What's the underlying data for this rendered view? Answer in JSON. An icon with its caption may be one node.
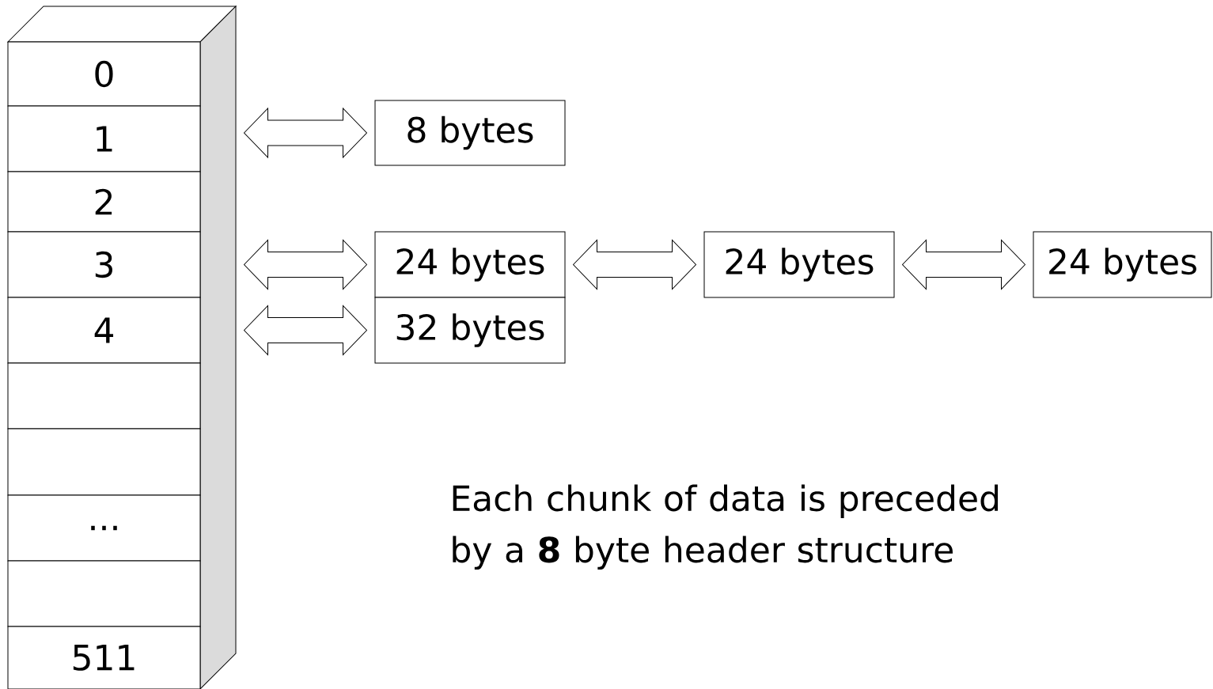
{
  "diagram": {
    "nodes": [
      {
        "text": [
          "0"
        ]
      },
      {
        "text": [
          "1"
        ]
      },
      {
        "text": [
          "2"
        ]
      },
      {
        "text": [
          "3"
        ]
      },
      {
        "text": [
          "4"
        ]
      },
      {
        "text": [],
        "shape": "box"
      },
      {
        "text": [],
        "shape": "box"
      },
      {
        "text": [
          "..."
        ]
      },
      {
        "text": [],
        "shape": "box"
      },
      {
        "text": [
          "511"
        ]
      },
      {
        "text": [
          "8 bytes"
        ]
      },
      {
        "text": [
          "24 bytes"
        ]
      },
      {
        "text": [
          "24 bytes"
        ]
      },
      {
        "text": [
          "24 bytes"
        ]
      },
      {
        "text": [
          "32 bytes"
        ]
      }
    ],
    "edges": [
      {
        "from": 1,
        "to": 10,
        "arrow": "both"
      },
      {
        "from": 3,
        "to": 11,
        "arrow": "both"
      },
      {
        "from": 11,
        "to": 12,
        "arrow": "both"
      },
      {
        "from": 12,
        "to": 13,
        "arrow": "both"
      },
      {
        "from": 4,
        "to": 14,
        "arrow": "both"
      }
    ],
    "labels": [
      "Each chunk of data is preceded by a **8** byte header structure"
    ]
  }
}
